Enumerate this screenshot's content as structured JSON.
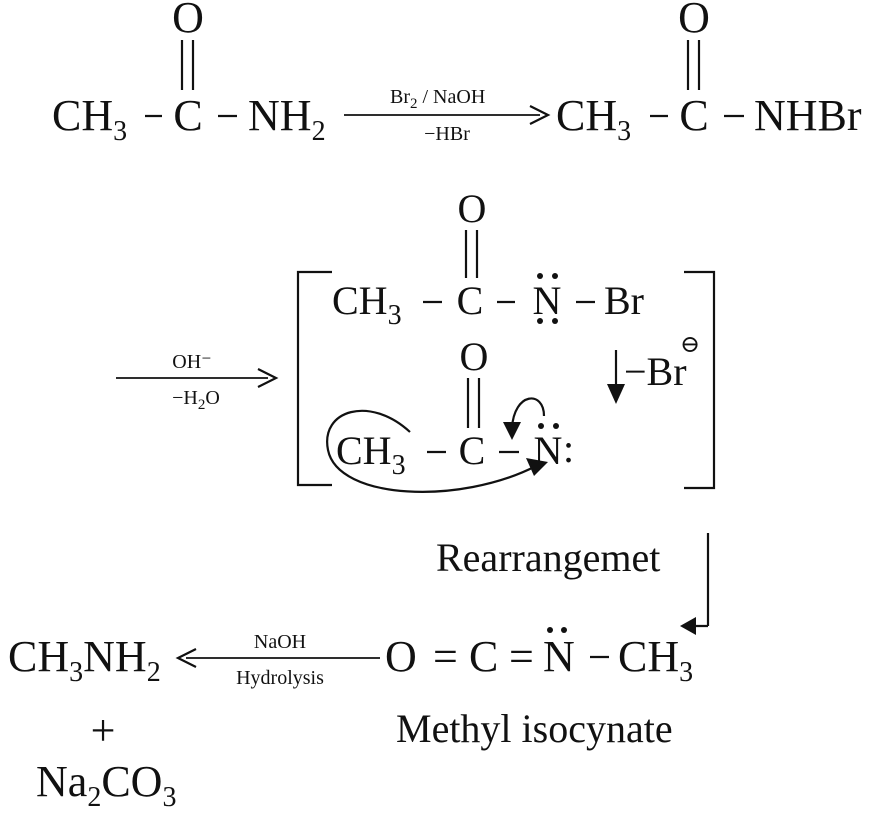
{
  "reaction": {
    "step1": {
      "reactant": {
        "ch": "CH",
        "ch_sub": "3",
        "c": "C",
        "n": "NH",
        "n_sub": "2",
        "o": "O"
      },
      "reagent_top_a": "Br",
      "reagent_top_sub": "2",
      "reagent_top_b": " / NaOH",
      "reagent_bottom": "−HBr",
      "product": {
        "ch": "CH",
        "ch_sub": "3",
        "c": "C",
        "n": "NHBr",
        "o": "O"
      }
    },
    "step2": {
      "reagent_top": "OH⁻",
      "reagent_bottom_a": "−H",
      "reagent_bottom_sub": "2",
      "reagent_bottom_b": "O",
      "intermediate1": {
        "ch": "CH",
        "ch_sub": "3",
        "c": "C",
        "n": "N",
        "br": "Br",
        "o": "O"
      },
      "loss": "−Br",
      "loss_charge": "⊖",
      "intermediate2": {
        "ch": "CH",
        "ch_sub": "3",
        "c": "C",
        "n": "N",
        "colon": ":",
        "o": "O"
      }
    },
    "step3": {
      "label": "Rearrangemet",
      "product": {
        "o": "O",
        "eq1": "=",
        "c": "C",
        "eq2": "=",
        "n": "N",
        "ch": "CH",
        "ch_sub": "3"
      },
      "product_name": "Methyl isocynate"
    },
    "step4": {
      "reagent_top": "NaOH",
      "reagent_bottom": "Hydrolysis",
      "product1_a": "CH",
      "product1_sub1": "3",
      "product1_b": "NH",
      "product1_sub2": "2",
      "plus": "+",
      "product2_a": "Na",
      "product2_sub1": "2",
      "product2_b": "CO",
      "product2_sub2": "3"
    }
  }
}
